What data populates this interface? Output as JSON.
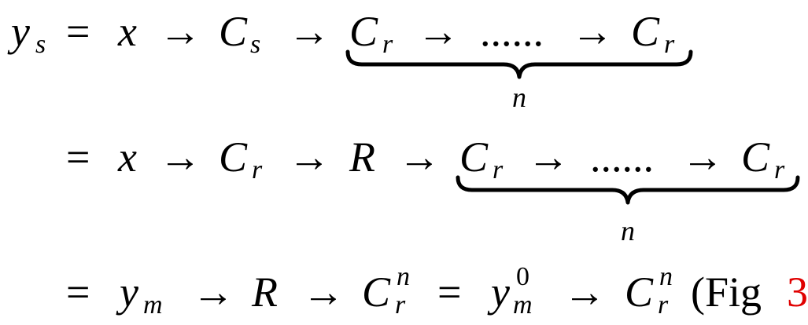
{
  "equation": {
    "line1": {
      "lhs_symbol": "y",
      "lhs_sub": "s",
      "eq": "=",
      "x": "x",
      "arrow": "→",
      "C": "C",
      "sub_s": "s",
      "sub_r": "r",
      "dots": "......",
      "brace_label": "n"
    },
    "line2": {
      "eq": "=",
      "x": "x",
      "arrow": "→",
      "C": "C",
      "sub_r": "r",
      "R": "R",
      "dots": "......",
      "brace_label": "n"
    },
    "line3": {
      "eq": "=",
      "y": "y",
      "sub_m": "m",
      "arrow": "→",
      "R": "R",
      "C": "C",
      "sub_r": "r",
      "sup_n": "n",
      "sup_0": "0",
      "fig_ref_text": "(Fig ",
      "fig_ref_num": "3"
    }
  },
  "colors": {
    "text": "#000000",
    "reference_link": "#e00000",
    "background": "#ffffff"
  }
}
